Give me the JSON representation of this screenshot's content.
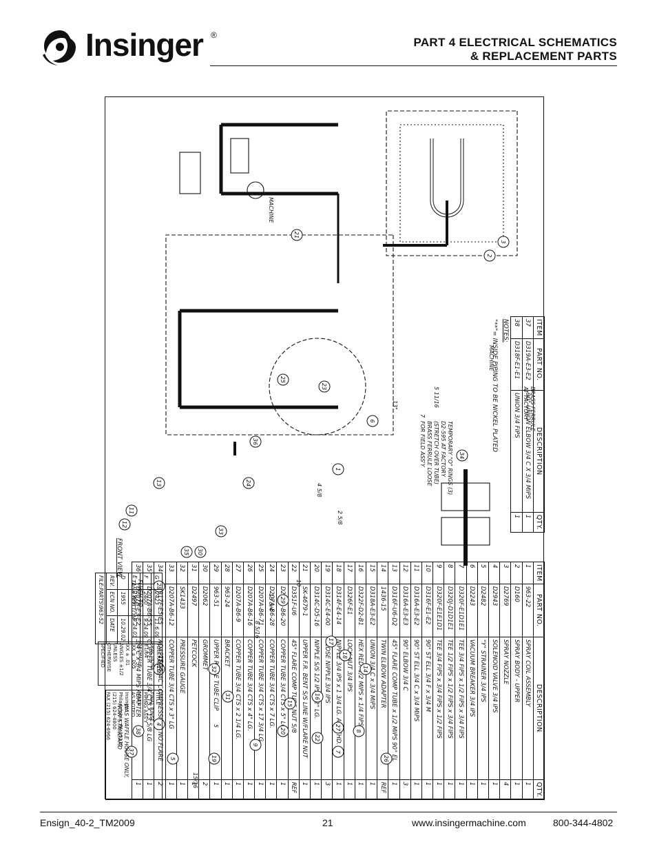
{
  "header": {
    "brand": "Insinger",
    "registered": "®",
    "title_line1": "PART 4   ELECTRICAL SCHEMATICS",
    "title_line2": "& REPLACEMENT PARTS"
  },
  "footer": {
    "doc_id": "Ensign_40-2_TM2009",
    "page": "21",
    "website": "www.insingermachine.com",
    "phone": "800-344-4802"
  },
  "bom_headers": {
    "item": "ITEM",
    "part": "PART NO.",
    "desc": "DESCRIPTION",
    "qty": "QTY."
  },
  "bom_main": [
    {
      "item": "1",
      "part": "963-22",
      "desc": "SPRAY COIL ASSEMBLY",
      "qty": "1",
      "mark": ""
    },
    {
      "item": "2",
      "part": "D160",
      "desc": "SPRAY BODY - UPPER",
      "qty": "1",
      "mark": ""
    },
    {
      "item": "3",
      "part": "D2769",
      "desc": "SPRAY NOZZLE",
      "qty": "4",
      "mark": ""
    },
    {
      "item": "4",
      "part": "D2943",
      "desc": "SOLENOID VALVE  3/4 IPS",
      "qty": "1",
      "mark": ""
    },
    {
      "item": "5",
      "part": "D2482",
      "desc": "\"Y\" STRAINER  3/4 IPS",
      "qty": "1",
      "mark": ""
    },
    {
      "item": "6",
      "part": "D2243",
      "desc": "VACUUM BREAKER  3/4 IPS",
      "qty": "1",
      "mark": ""
    },
    {
      "item": "7",
      "part": "D320F-E1D1E1",
      "desc": "TEE 3/4 FIPS x 1/2 FIPS x 3/4 FIPS",
      "qty": "1",
      "mark": "**"
    },
    {
      "item": "8",
      "part": "D320J-D1D1E1",
      "desc": "TEE 1/2 FIPS x 1/2 FIPS x 3/4 FIPS",
      "qty": "1",
      "mark": ""
    },
    {
      "item": "9",
      "part": "D320F-E1E1D1",
      "desc": "TEE 3/4 FIPS x 3/4 FIPS x 1/2 FIPS",
      "qty": "1",
      "mark": ""
    },
    {
      "item": "10",
      "part": "D316F-E1-E2",
      "desc": "90° ST ELL  3/4 F x 3/4 M",
      "qty": "1",
      "mark": ""
    },
    {
      "item": "11",
      "part": "D316A-E3-E2",
      "desc": "90° ST ELL  3/4 C x 3/4 MIPS",
      "qty": "1",
      "mark": ""
    },
    {
      "item": "12",
      "part": "D316A-E3-E3",
      "desc": "90° ELBOW  3/4 C",
      "qty": "3",
      "mark": ""
    },
    {
      "item": "13",
      "part": "D316F-U6-D2",
      "desc": "45° FLARE COMP TUBE x 1/2 MIPS 90° EL",
      "qty": "1",
      "mark": "**"
    },
    {
      "item": "14",
      "part": "1436-15",
      "desc": "TWIN ELBOW ADAPTER",
      "qty": "REF",
      "mark": ""
    },
    {
      "item": "15",
      "part": "D318A-E3-E2",
      "desc": "UNION  3/4 C x 3/4 MIPS",
      "qty": "1",
      "mark": ""
    },
    {
      "item": "16",
      "part": "D322F-D2-B1",
      "desc": "HEX RED. 1/2 MIPS x 1/4 FIPS",
      "qty": "1",
      "mark": ""
    },
    {
      "item": "17",
      "part": "D326F-E1",
      "desc": "LOCK NUT  3/4 IPS",
      "qty": "1",
      "mark": ""
    },
    {
      "item": "18",
      "part": "D314F-E4-14",
      "desc": "NIPPLE 3/4 IPS x 1 3/4 LG. ALL THD.",
      "qty": "1",
      "mark": ""
    },
    {
      "item": "19",
      "part": "D314C-E4-00",
      "desc": "CLOSE NIPPLE 3/4 IPS",
      "qty": "3",
      "mark": ""
    },
    {
      "item": "20",
      "part": "D314C-D5-16",
      "desc": "NIPPLE S/S 1/2 IPS x 2\" LG.",
      "qty": "1",
      "mark": ""
    },
    {
      "item": "21",
      "part": "SK-4679-1",
      "desc": "UPPER F.R. BENT S/S LINE W/FLARE NUT",
      "qty": "1",
      "mark": ""
    },
    {
      "item": "22",
      "part": "D351F-U6",
      "desc": "45° FLARE COMP TUBE NUT 5/8",
      "qty": "REF",
      "mark": "**"
    },
    {
      "item": "23",
      "part": "D207A-B6-20",
      "desc": "COPPER TUBE 3/4 CTS x 5\" LG.",
      "qty": "1",
      "mark": ""
    },
    {
      "item": "24",
      "part": "D207A-B6-28",
      "desc": "COPPER TUBE 3/4 CTS x 7 LG.",
      "qty": "1",
      "mark": ""
    },
    {
      "item": "25",
      "part": "D207A-B6-71",
      "desc": "COPPER TUBE 3/4 CTS x 17 3/4 LG.",
      "qty": "1",
      "mark": ""
    },
    {
      "item": "26",
      "part": "D207A-B6-16",
      "desc": "COPPER TUBE 3/4 CTS x 4\" LG.",
      "qty": "1",
      "mark": ""
    },
    {
      "item": "27",
      "part": "D207A-B6-9",
      "desc": "COPPER TUBE 3/4 CTS x 2 1/4 LG.",
      "qty": "1",
      "mark": ""
    },
    {
      "item": "28",
      "part": "963-24",
      "desc": "BRACKET",
      "qty": "1",
      "mark": ""
    },
    {
      "item": "29",
      "part": "963-51",
      "desc": "UPPER RINSE TUBE CLIP",
      "qty": "1",
      "mark": ""
    },
    {
      "item": "30",
      "part": "D2062",
      "desc": "GROMMET",
      "qty": "2",
      "mark": ""
    },
    {
      "item": "31",
      "part": "D2497",
      "desc": "PETCOCK",
      "qty": "1",
      "mark": ""
    },
    {
      "item": "32",
      "part": "SK1433",
      "desc": "PRESSURE GAUGE",
      "qty": "1",
      "mark": ""
    },
    {
      "item": "33",
      "part": "D207A-B6-12",
      "desc": "COPPER TUBE 3/4 CTS x 3\" LG",
      "qty": "1",
      "mark": ""
    },
    {
      "item": "34",
      "part": "D317F-E5-E5",
      "desc": "ADAPTER 3/4C COMPRESSION, NO FLARE",
      "qty": "2",
      "mark": ""
    },
    {
      "item": "35",
      "part": "D207A-B6-55",
      "desc": "COPPER TUBE 3/4 CTS x 13 5/8 LG",
      "qty": "1",
      "mark": ""
    },
    {
      "item": "36",
      "part": "D207A-E3-E2",
      "desc": "3/4 C x 3/4 MIPS ADAPTER",
      "qty": "1",
      "mark": ""
    }
  ],
  "bom_small": [
    {
      "item": "37",
      "part": "D319A-E3-E2",
      "desc": "90° UNION ELBOW 3/4 C X 3/4 MIPS",
      "qty": "1"
    },
    {
      "item": "38",
      "part": "D318F-E1-E1",
      "desc": "UNION 3/4 FIPS",
      "qty": "1"
    }
  ],
  "notes": {
    "heading": "NOTES:",
    "line": "\"**\"= INSIDE PIPING TO BE NICKEL PLATED",
    "oring": [
      "TEMPORARY \"O\" RINGS (3)",
      "D2-595 AT FACTORY",
      "(STRETCH OVER TUBE)",
      "BRASS FERRULE LOOSE",
      "FOR FIELD ASS'Y"
    ],
    "ferrule": [
      "BRASS FERRULE",
      "AT FACTORY"
    ]
  },
  "drawing_labels": {
    "machine": "MACHINE",
    "front_view": "FRONT VIEW",
    "flush": [
      "FLUSH TO",
      "TANK BOTTOM"
    ],
    "waffle": [
      "WAS WAFFLE HOUSE ONLY,",
      "NOW STANDARD"
    ],
    "dims": [
      "13\"",
      "7",
      "5 11/16",
      "4 5/8",
      "2 5/8",
      "10",
      "13 3/4",
      "15/16",
      "8 5/16",
      "5",
      "15/16"
    ]
  },
  "revisions": [
    {
      "rev": "G",
      "ecn": "2423",
      "date": "11.6.09"
    },
    {
      "rev": "F",
      "ecn": "2400",
      "date": "9.24.09"
    },
    {
      "rev": "E",
      "ecn": "1996",
      "date": "9.24.03"
    },
    {
      "rev": "D",
      "ecn": "1955",
      "date": "10.29.02"
    }
  ],
  "rev_headers": {
    "rev": "REV.",
    "ecn": "ECN NO.",
    "date": "DATE"
  },
  "file_parts": "FILE:PARTS\\963-52",
  "tolerances": [
    "TOLERANCES",
    "FRACTIONS ±1/64",
    "DECIMALS",
    ".XX ± .005",
    ".XX ±  .01",
    "ANGLES ±1/2",
    "UNLESS",
    "OTHERWISE",
    "SPECIFIED"
  ],
  "title_block": {
    "title_label": "TITLE",
    "title": [
      "FINAL RINSE",
      "PIPING ASS'Y"
    ],
    "matl_label": "MAT'L",
    "matl": "AS NOTED",
    "next_assy": "NEXT ASSY",
    "reqd": "REQ'D",
    "reqd_val": "1",
    "scale": "SCALE",
    "scale_val": "1=8",
    "dwg_no_label": "DWG. NO.",
    "dwg_no": "963-52",
    "used_on": [
      "USED ON",
      "ENSIGN 40-2"
    ],
    "drwn": "DRWN/DATE",
    "drwn_val": [
      "GP",
      "5.21.01"
    ],
    "company": "Insinger",
    "address": [
      "Philadelphia, PA 19135",
      "(215) 624-4800",
      "FAX (215) 624-6966"
    ]
  }
}
